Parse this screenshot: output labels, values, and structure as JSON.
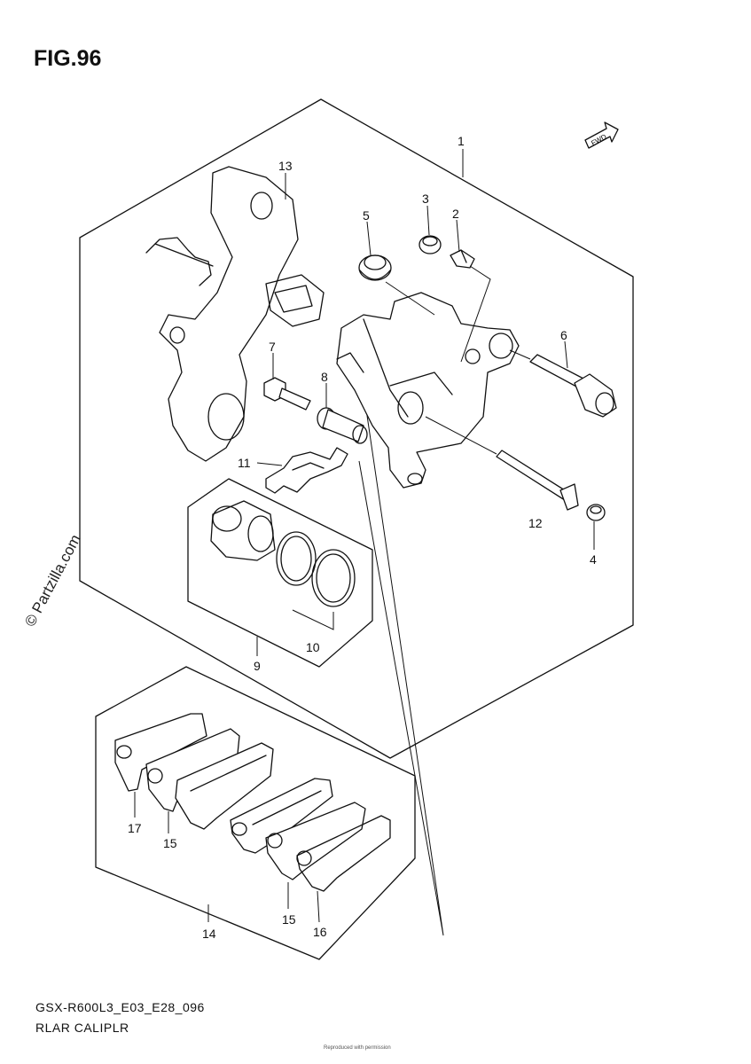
{
  "figure": {
    "title": "FIG.96",
    "watermark": "© Partzilla.com",
    "fwd_label": "FWD",
    "footer_code": "GSX-R600L3_E03_E28_096",
    "footer_name": "RLAR CALIPLR",
    "fine_print": "Reproduced with permission"
  },
  "callouts": [
    {
      "id": "c1",
      "text": "1"
    },
    {
      "id": "c2",
      "text": "2"
    },
    {
      "id": "c3",
      "text": "3"
    },
    {
      "id": "c4",
      "text": "4"
    },
    {
      "id": "c5",
      "text": "5"
    },
    {
      "id": "c6",
      "text": "6"
    },
    {
      "id": "c7",
      "text": "7"
    },
    {
      "id": "c8",
      "text": "8"
    },
    {
      "id": "c9",
      "text": "9"
    },
    {
      "id": "c10",
      "text": "10"
    },
    {
      "id": "c11",
      "text": "11"
    },
    {
      "id": "c12",
      "text": "12"
    },
    {
      "id": "c13",
      "text": "13"
    },
    {
      "id": "c14",
      "text": "14"
    },
    {
      "id": "c15a",
      "text": "15"
    },
    {
      "id": "c15b",
      "text": "15"
    },
    {
      "id": "c16",
      "text": "16"
    },
    {
      "id": "c17",
      "text": "17"
    }
  ]
}
